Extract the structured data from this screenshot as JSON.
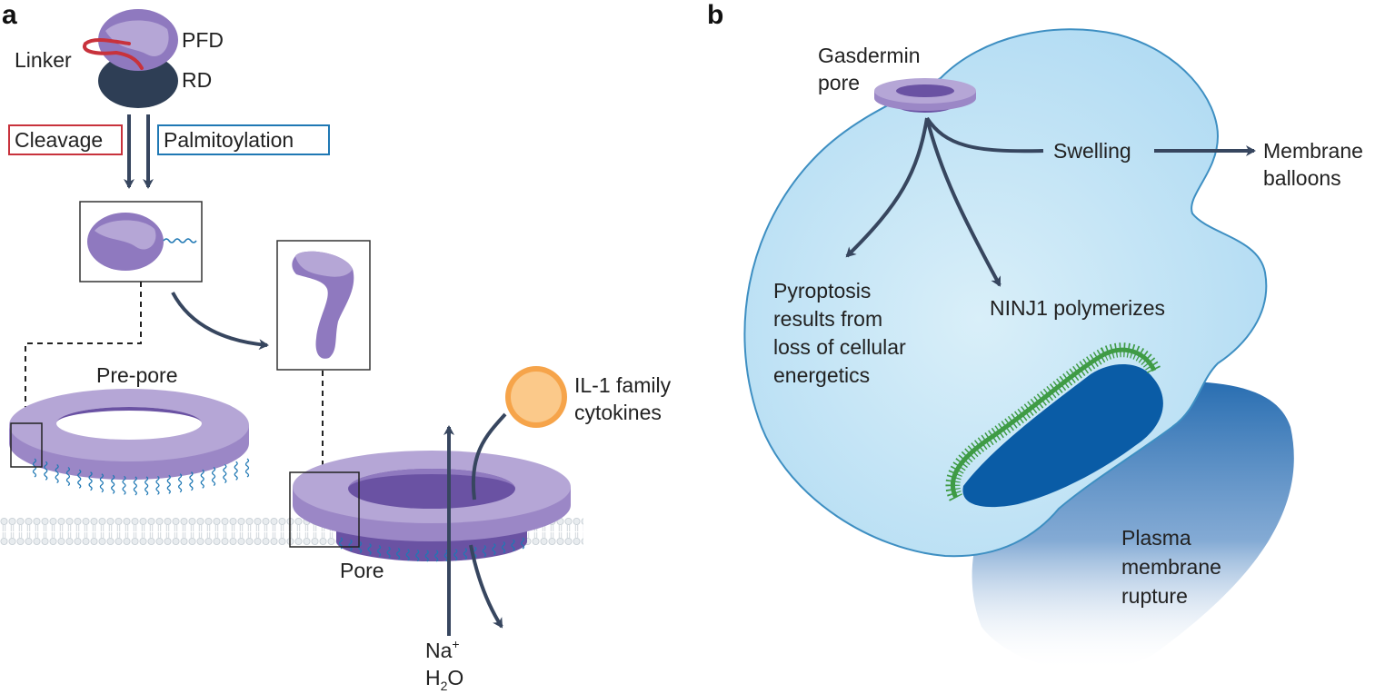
{
  "panels": {
    "a": "a",
    "b": "b"
  },
  "panel_a": {
    "pfd": "PFD",
    "linker": "Linker",
    "rd": "RD",
    "cleavage": "Cleavage",
    "palmitoylation": "Palmitoylation",
    "pre_pore": "Pre-pore",
    "pore": "Pore",
    "il1_line1": "IL-1 family",
    "il1_line2": "cytokines",
    "na": "Na",
    "na_sup": "+",
    "h": "H",
    "h_sub": "2",
    "o": "O"
  },
  "panel_b": {
    "gasdermin_line1": "Gasdermin",
    "gasdermin_line2": "pore",
    "swelling": "Swelling",
    "membrane_line1": "Membrane",
    "membrane_line2": "balloons",
    "pyroptosis_line1": "Pyroptosis",
    "pyroptosis_line2": "results from",
    "pyroptosis_line3": "loss of cellular",
    "pyroptosis_line4": "energetics",
    "ninj1": "NINJ1 polymerizes",
    "plasma_line1": "Plasma",
    "plasma_line2": "membrane",
    "plasma_line3": "rupture"
  },
  "colors": {
    "purple_light": "#b5a6d6",
    "purple_mid": "#8f79bf",
    "purple_dark": "#6a52a3",
    "rd_dark": "#2e3e55",
    "arrow": "#37465f",
    "cleavage_red": "#c8323c",
    "palmitoylation_blue": "#1f78b4",
    "cell_fill": "#bfe3f6",
    "cell_stroke": "#3e8fc2",
    "ninj1_green": "#3f9b45",
    "rupture_blue": "#0a5ca6",
    "cytokine_orange": "#f6a44a"
  }
}
